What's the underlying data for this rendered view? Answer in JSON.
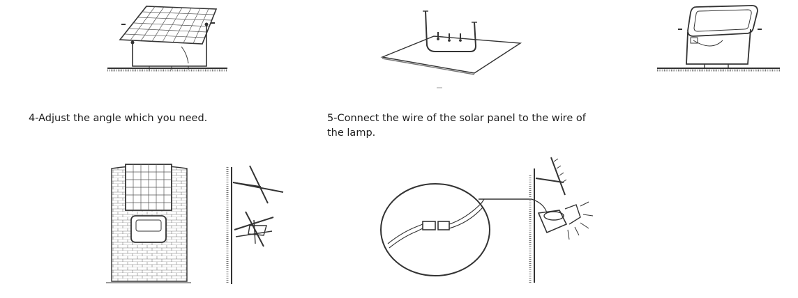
{
  "steps": {
    "step4": "4-Adjust the angle which you need.",
    "step5": "5-Connect the wire of the solar panel to the wire of the lamp."
  },
  "figures": {
    "solar_panel_stand": "solar-panel-on-stand-illustration",
    "bracket_on_plate": "bracket-on-base-plate-illustration",
    "lamp_on_stand": "lamp-on-stand-illustration",
    "wall_mounted_set": "wall-mounted-panel-and-lamp-illustration",
    "bracket_angle_side": "bracket-angle-side-view-illustration",
    "wire_connection": "wire-connection-detail-illustration"
  }
}
